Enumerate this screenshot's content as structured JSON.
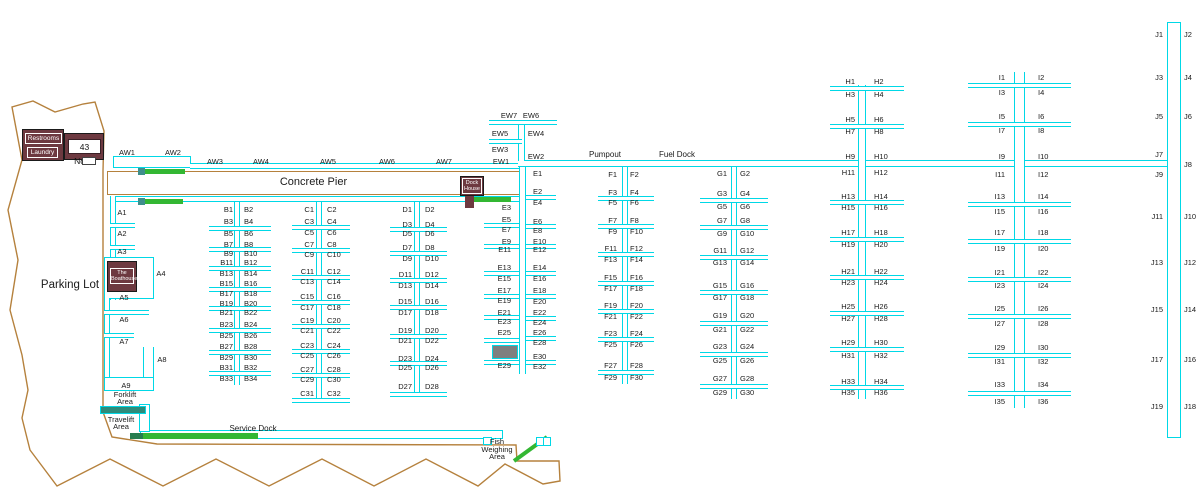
{
  "areas": {
    "parking_lot": "Parking Lot",
    "concrete_pier": "Concrete Pier",
    "pumpout": "Pumpout",
    "fuel_dock": "Fuel Dock",
    "service_dock": "Service Dock",
    "fish_weighing_area": "Fish\nWeighing\nArea",
    "forklift_area": "Forklift\nArea",
    "travelift_area": "Travelift\nArea"
  },
  "buildings": {
    "restrooms": "Restrooms",
    "laundry": "Laundry",
    "north43": "43 North",
    "boathouse": "The\nBoathouse",
    "dock_house": "Dock\nHouse"
  },
  "colors": {
    "dock_outline": "#00d8e6",
    "green_strip": "#33b733",
    "teal_marker": "#3f8f8c",
    "shoreline": "#b5813d",
    "building": "#6d3940",
    "unlabeled_slip": "#7f7f7f"
  },
  "docks": {
    "AW": [
      "AW1",
      "AW2",
      "AW3",
      "AW4",
      "AW5",
      "AW6",
      "AW7"
    ],
    "EW": [
      "EW1",
      "EW2",
      "EW3",
      "EW4",
      "EW5",
      "EW6",
      "EW7"
    ],
    "A": [
      "A1",
      "A2",
      "A3",
      "A4",
      "A5",
      "A6",
      "A7",
      "A8",
      "A9"
    ],
    "B": {
      "left": [
        "B1",
        "B3",
        "B5",
        "B7",
        "B9",
        "B11",
        "B13",
        "B15",
        "B17",
        "B19",
        "B21",
        "B23",
        "B25",
        "B27",
        "B29",
        "B31",
        "B33"
      ],
      "right": [
        "B2",
        "B4",
        "B6",
        "B8",
        "B10",
        "B12",
        "B14",
        "B16",
        "B18",
        "B20",
        "B22",
        "B24",
        "B26",
        "B28",
        "B30",
        "B32",
        "B34"
      ]
    },
    "C": {
      "left": [
        "C1",
        "C3",
        "C5",
        "C7",
        "C9",
        "C11",
        "C13",
        "C15",
        "C17",
        "C19",
        "C21",
        "C23",
        "C25",
        "C27",
        "C29",
        "C31"
      ],
      "right": [
        "C2",
        "C4",
        "C6",
        "C8",
        "C10",
        "C12",
        "C14",
        "C16",
        "C18",
        "C20",
        "C22",
        "C24",
        "C26",
        "C28",
        "C30",
        "C32"
      ]
    },
    "D": {
      "left": [
        "D1",
        "D3",
        "D5",
        "D7",
        "D9",
        "D11",
        "D13",
        "D15",
        "D17",
        "D19",
        "D21",
        "D23",
        "D25",
        "D27"
      ],
      "right": [
        "D2",
        "D4",
        "D6",
        "D8",
        "D10",
        "D12",
        "D14",
        "D16",
        "D18",
        "D20",
        "D22",
        "D24",
        "D26",
        "D28"
      ]
    },
    "E": {
      "left": [
        "E3",
        "E5",
        "E7",
        "E9",
        "E11",
        "E13",
        "E15",
        "E17",
        "E19",
        "E21",
        "E23",
        "E25",
        "E29"
      ],
      "right": [
        "E1",
        "E2",
        "E4",
        "E6",
        "E8",
        "E10",
        "E12",
        "E14",
        "E16",
        "E18",
        "E20",
        "E22",
        "E24",
        "E26",
        "E28",
        "E30",
        "E32"
      ]
    },
    "F": {
      "left": [
        "F1",
        "F3",
        "F5",
        "F7",
        "F9",
        "F11",
        "F13",
        "F15",
        "F17",
        "F19",
        "F21",
        "F23",
        "F25",
        "F27",
        "F29"
      ],
      "right": [
        "F2",
        "F4",
        "F6",
        "F8",
        "F10",
        "F12",
        "F14",
        "F16",
        "F18",
        "F20",
        "F22",
        "F24",
        "F26",
        "F28",
        "F30"
      ]
    },
    "G": {
      "left": [
        "G1",
        "G3",
        "G5",
        "G7",
        "G9",
        "G11",
        "G13",
        "G15",
        "G17",
        "G19",
        "G21",
        "G23",
        "G25",
        "G27",
        "G29"
      ],
      "right": [
        "G2",
        "G4",
        "G6",
        "G8",
        "G10",
        "G12",
        "G14",
        "G16",
        "G18",
        "G20",
        "G22",
        "G24",
        "G26",
        "G28",
        "G30"
      ]
    },
    "H": {
      "left": [
        "H1",
        "H3",
        "H5",
        "H7",
        "H9",
        "H11",
        "H13",
        "H15",
        "H17",
        "H19",
        "H21",
        "H23",
        "H25",
        "H27",
        "H29",
        "H31",
        "H33",
        "H35"
      ],
      "right": [
        "H2",
        "H4",
        "H6",
        "H8",
        "H10",
        "H12",
        "H14",
        "H16",
        "H18",
        "H20",
        "H22",
        "H24",
        "H26",
        "H28",
        "H30",
        "H32",
        "H34",
        "H36"
      ]
    },
    "I": {
      "left": [
        "I1",
        "I3",
        "I5",
        "I7",
        "I9",
        "I11",
        "I13",
        "I15",
        "I17",
        "I19",
        "I21",
        "I23",
        "I25",
        "I27",
        "I29",
        "I31",
        "I33",
        "I35"
      ],
      "right": [
        "I2",
        "I4",
        "I6",
        "I8",
        "I10",
        "I12",
        "I14",
        "I16",
        "I18",
        "I20",
        "I22",
        "I24",
        "I26",
        "I28",
        "I30",
        "I32",
        "I34",
        "I36"
      ]
    },
    "J": {
      "left": [
        "J1",
        "J3",
        "J5",
        "J7",
        "J9",
        "J11",
        "J13",
        "J15",
        "J17",
        "J19"
      ],
      "right": [
        "J2",
        "J4",
        "J6",
        "J8",
        "J10",
        "J12",
        "J14",
        "J16",
        "J18"
      ]
    }
  }
}
